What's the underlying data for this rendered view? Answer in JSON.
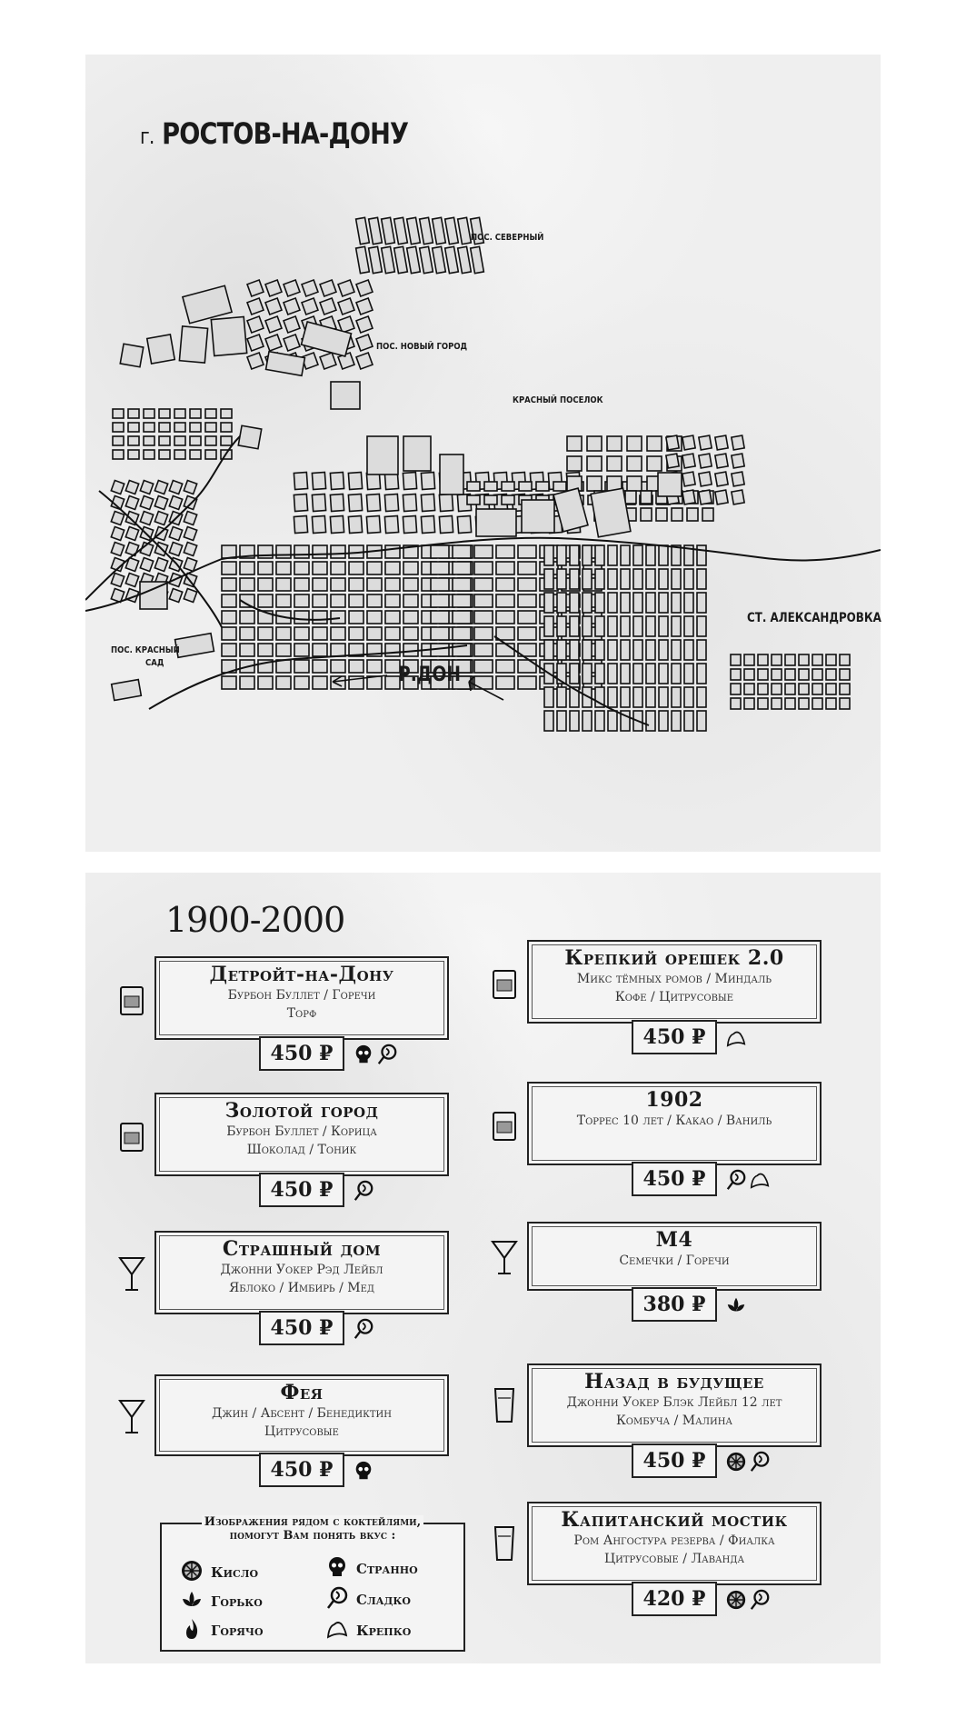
{
  "map": {
    "title_prefix": "г.",
    "title": "РОСТОВ-НА-ДОНУ",
    "labels": {
      "severny": "ПОС. СЕВЕРНЫЙ",
      "novy_gorod": "ПОС. НОВЫЙ ГОРОД",
      "krasny_poselok": "КРАСНЫЙ ПОСЕЛОК",
      "krasny_sad_1": "ПОС. КРАСНЫЙ",
      "krasny_sad_2": "САД",
      "aleksandrovka": "СТ. АЛЕКСАНДРОВКА",
      "river": "Р.ДОН"
    }
  },
  "menu": {
    "era": "1900-2000",
    "currency": "₽",
    "cocktails": [
      {
        "name": "Детройт-на-Дону",
        "ingredients": [
          "Бурбон Буллет / Горечи",
          "Торф"
        ],
        "price": "450 ₽",
        "glass": "rocks-glass-icon",
        "tags": [
          "skull-icon",
          "lollipop-icon"
        ]
      },
      {
        "name": "Крепкий орешек 2.0",
        "ingredients": [
          "Микс тёмных ромов / Миндаль",
          "Кофе / Цитрусовые"
        ],
        "price": "450 ₽",
        "glass": "rocks-glass-icon",
        "tags": [
          "bicep-icon"
        ]
      },
      {
        "name": "Золотой город",
        "ingredients": [
          "Бурбон Буллет / Корица",
          "Шоколад / Тоник"
        ],
        "price": "450 ₽",
        "glass": "rocks-glass-icon",
        "tags": [
          "lollipop-icon"
        ]
      },
      {
        "name": "1902",
        "ingredients": [
          "Торрес 10 лет / Какао / Ваниль"
        ],
        "price": "450 ₽",
        "glass": "rocks-glass-icon",
        "tags": [
          "lollipop-icon",
          "bicep-icon"
        ]
      },
      {
        "name": "Страшный дом",
        "ingredients": [
          "Джонни Уокер Рэд Лейбл",
          "Яблоко / Имбирь / Мед"
        ],
        "price": "450 ₽",
        "glass": "martini-glass-icon",
        "tags": [
          "lollipop-icon"
        ]
      },
      {
        "name": "М4",
        "ingredients": [
          "Семечки / Горечи"
        ],
        "price": "380 ₽",
        "glass": "martini-glass-icon",
        "tags": [
          "lotus-icon"
        ]
      },
      {
        "name": "Фея",
        "ingredients": [
          "Джин / Абсент / Бенедиктин",
          "Цитрусовые"
        ],
        "price": "450 ₽",
        "glass": "martini-glass-icon",
        "tags": [
          "skull-icon"
        ]
      },
      {
        "name": "Назад в будущее",
        "ingredients": [
          "Джонни Уокер Блэк Лейбл 12 лет",
          "Комбуча / Малина"
        ],
        "price": "450 ₽",
        "glass": "highball-glass-icon",
        "tags": [
          "citrus-icon",
          "lollipop-icon"
        ]
      },
      {
        "name": "Капитанский мостик",
        "ingredients": [
          "Ром Ангостура резерва / Фиалка",
          "Цитрусовые / Лаванда"
        ],
        "price": "420 ₽",
        "glass": "highball-glass-icon",
        "tags": [
          "citrus-icon",
          "lollipop-icon"
        ]
      }
    ],
    "legend": {
      "title_1": "Изображения рядом с коктейлями,",
      "title_2": "помогут Вам понять вкус :",
      "items": [
        {
          "icon": "citrus-icon",
          "label": "Кисло"
        },
        {
          "icon": "skull-icon",
          "label": "Странно"
        },
        {
          "icon": "lotus-icon",
          "label": "Горько"
        },
        {
          "icon": "lollipop-icon",
          "label": "Сладко"
        },
        {
          "icon": "flame-icon",
          "label": "Горячо"
        },
        {
          "icon": "bicep-icon",
          "label": "Крепко"
        }
      ]
    }
  }
}
